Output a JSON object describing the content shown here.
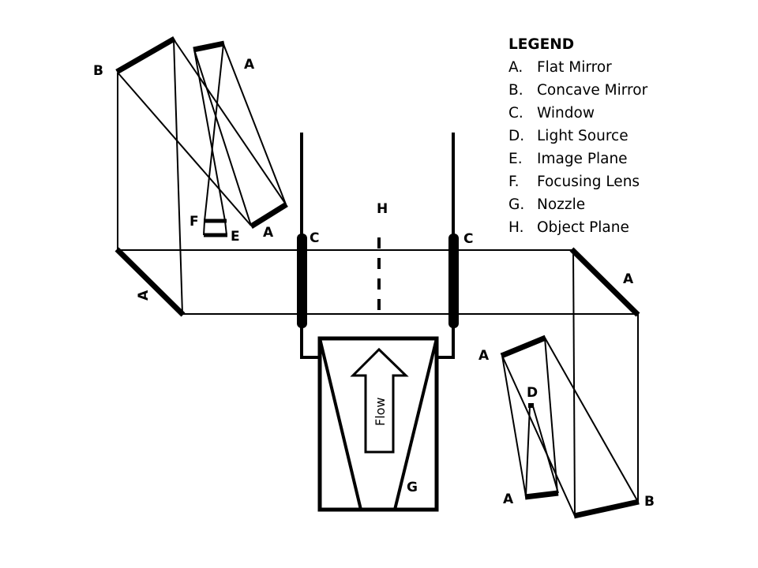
{
  "legend": {
    "title": "LEGEND",
    "items": [
      {
        "key": "A.",
        "label": "Flat Mirror"
      },
      {
        "key": "B.",
        "label": "Concave Mirror"
      },
      {
        "key": "C.",
        "label": "Window"
      },
      {
        "key": "D.",
        "label": "Light Source"
      },
      {
        "key": "E.",
        "label": "Image Plane"
      },
      {
        "key": "F.",
        "label": "Focusing Lens"
      },
      {
        "key": "G.",
        "label": "Nozzle"
      },
      {
        "key": "H.",
        "label": "Object Plane"
      }
    ]
  },
  "labels": {
    "concave_mirror_top": "B",
    "flat_mirror_top": "A",
    "flat_mirror_upper_mid": "A",
    "focusing_lens": "F",
    "image_plane": "E",
    "flat_mirror_left": "A",
    "window_left": "C",
    "window_right": "C",
    "object_plane": "H",
    "flat_mirror_right": "A",
    "flat_mirror_lower_upper": "A",
    "light_source": "D",
    "flat_mirror_lower": "A",
    "concave_mirror_bottom": "B",
    "nozzle": "G",
    "flow": "Flow"
  }
}
